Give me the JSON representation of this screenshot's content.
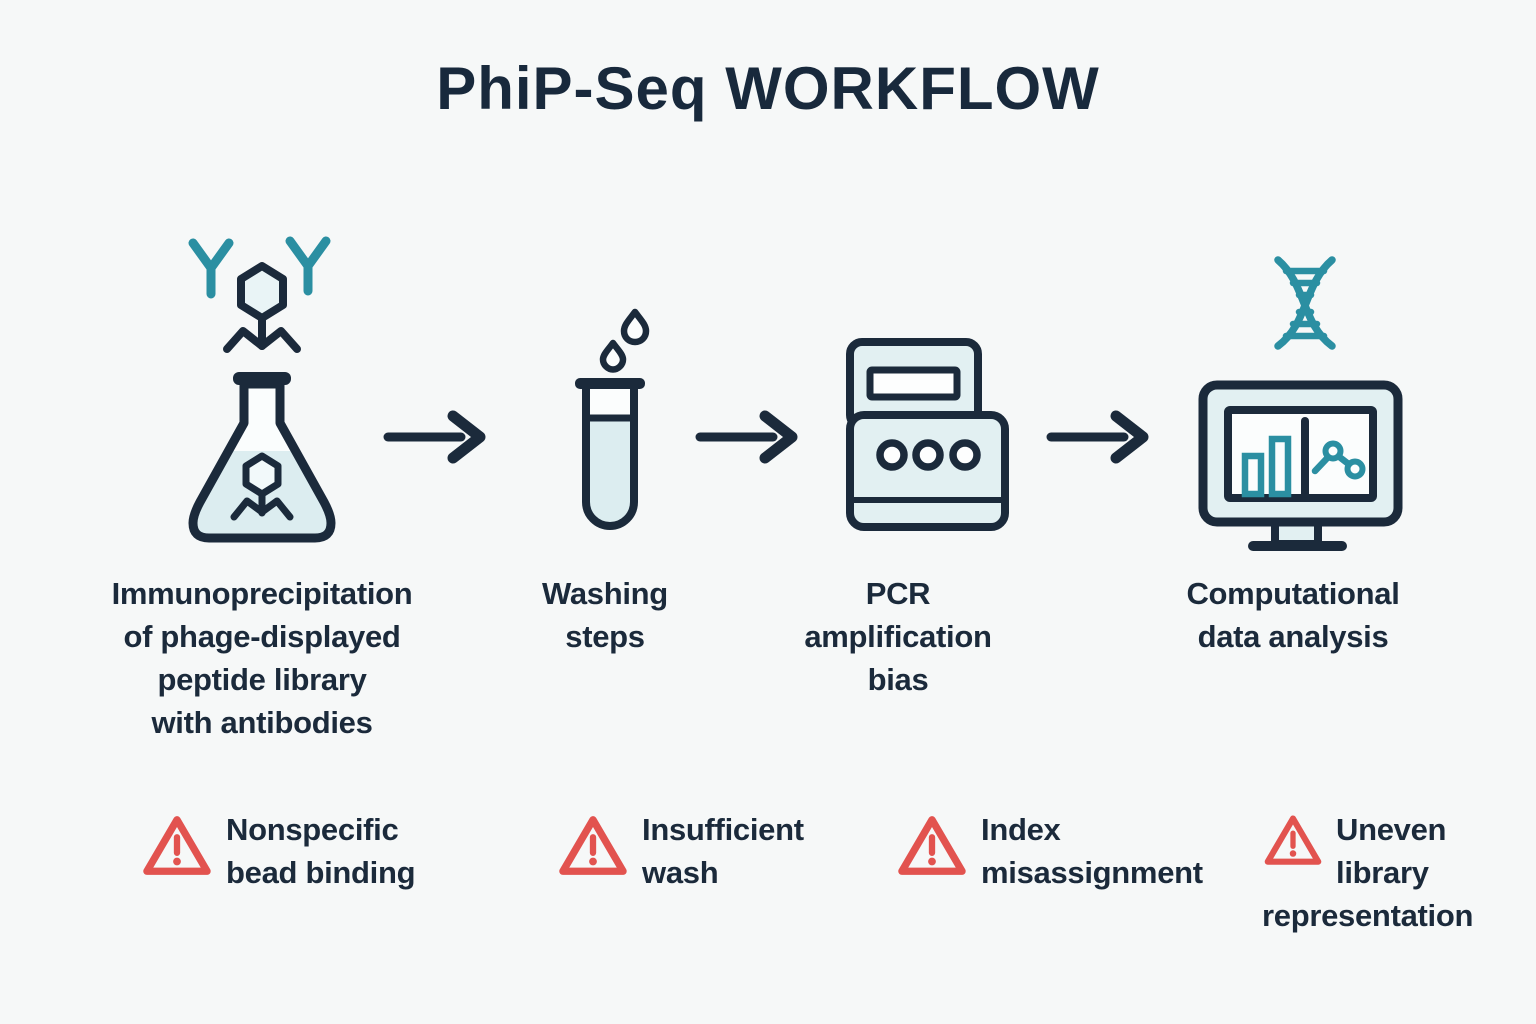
{
  "title": "PhiP-Seq WORKFLOW",
  "colors": {
    "background": "#f6f8f8",
    "navy": "#1b2a3b",
    "teal": "#2b8fa2",
    "light_fill": "#dcedf0",
    "panel_fill": "#e2f0f2",
    "screen_white": "#fbfdfd",
    "warning_red": "#e2534f"
  },
  "steps": [
    {
      "id": "immunoprecipitation",
      "icon": "flask-with-phage-and-antibodies-icon",
      "caption_lines": [
        "Immunoprecipitation",
        "of phage-displayed",
        "peptide library",
        "with antibodies"
      ]
    },
    {
      "id": "washing",
      "icon": "test-tube-with-droplets-icon",
      "caption_lines": [
        "Washing",
        "steps"
      ]
    },
    {
      "id": "pcr",
      "icon": "pcr-thermocycler-icon",
      "caption_lines": [
        "PCR",
        "amplification",
        "bias"
      ]
    },
    {
      "id": "analysis",
      "icon": "monitor-with-chart-and-dna-icon",
      "caption_lines": [
        "Computational",
        "data analysis"
      ]
    }
  ],
  "warnings": [
    {
      "id": "nonspecific-bead-binding",
      "icon": "warning-triangle-icon",
      "lines": [
        "Nonspecific",
        "bead binding"
      ]
    },
    {
      "id": "insufficient-wash",
      "icon": "warning-triangle-icon",
      "lines": [
        "Insufficient",
        "wash"
      ]
    },
    {
      "id": "index-misassignment",
      "icon": "warning-triangle-icon",
      "lines": [
        "Index",
        "misassignment"
      ]
    },
    {
      "id": "uneven-library-representation",
      "icon": "warning-triangle-icon",
      "lines": [
        "Uneven",
        "library",
        "representation"
      ]
    }
  ]
}
